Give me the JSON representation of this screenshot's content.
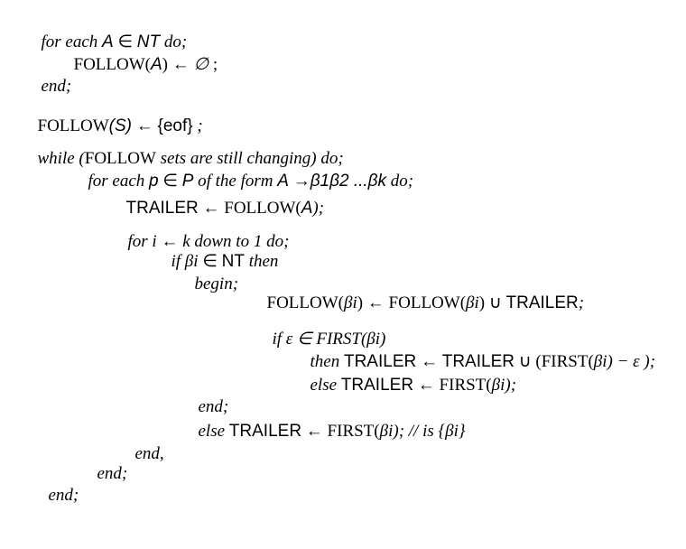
{
  "lines": {
    "l1": [
      "for each ",
      "A",
      " ∈ ",
      "NT",
      " do;"
    ],
    "l2": [
      "FOLLOW(",
      "A",
      ") ← ",
      "∅",
      " ;"
    ],
    "l3": [
      "end;"
    ],
    "l4": [
      "FOLLOW",
      "(S)",
      " ← ",
      "{eof}",
      " ;"
    ],
    "l5": [
      "while (",
      "FOLLOW",
      " sets are still changing) do;"
    ],
    "l6": [
      "for each ",
      "p",
      " ∈ ",
      "P",
      " of the form ",
      "A",
      " →",
      "β1β2",
      " ...",
      "βk",
      " do;"
    ],
    "l7": [
      "TRAILER",
      " ← FOLLOW(",
      "A",
      ");"
    ],
    "l8": [
      "for i ← k down to 1 do;"
    ],
    "l9": [
      "if βi ",
      "∈ ",
      "NT",
      " then"
    ],
    "l10": [
      "begin;"
    ],
    "l11": [
      "FOLLOW(",
      "βi",
      ") ← FOLLOW(",
      "βi",
      ") ∪ ",
      "TRAILER",
      ";"
    ],
    "l12": [
      "if ε ∈ FIRST(",
      "βi",
      ")"
    ],
    "l13": [
      "then ",
      "TRAILER",
      " ← ",
      "TRAILER",
      " ∪ (FIRST(",
      "βi",
      ") − ε );"
    ],
    "l14": [
      "else ",
      "TRAILER",
      " ← FIRST(",
      "βi",
      ");"
    ],
    "l15": [
      "end;"
    ],
    "l16": [
      "else ",
      "TRAILER",
      " ← FIRST(",
      "βi",
      "); // is {",
      "βi",
      "}"
    ],
    "l17": [
      "end,"
    ],
    "l18": [
      "end;"
    ],
    "l19": [
      "end;"
    ]
  }
}
